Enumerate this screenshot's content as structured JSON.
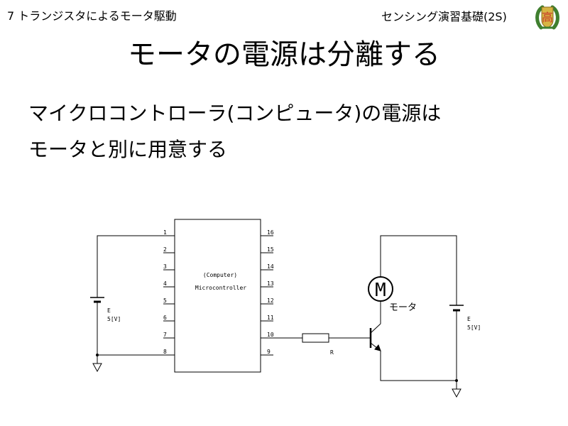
{
  "header": {
    "chapter": "7 トランジスタによるモータ駆動",
    "course": "センシング演習基礎(2S)"
  },
  "slide": {
    "title": "モータの電源は分離する",
    "lines": [
      "マイクロコントローラ(コンピュータ)の電源は",
      "モータと別に用意する"
    ]
  },
  "logo": {
    "glyph": "高",
    "colors": {
      "green": "#3f7f2f",
      "gold": "#d7b443",
      "red": "#c8382c"
    }
  },
  "circuit": {
    "ic_label_1": "(Computer)",
    "ic_label_2": "Microcontroller",
    "left_pins": [
      "1",
      "2",
      "3",
      "4",
      "5",
      "6",
      "7",
      "8"
    ],
    "right_pins": [
      "16",
      "15",
      "14",
      "13",
      "12",
      "11",
      "10",
      "9"
    ],
    "battery_left_label_1": "E",
    "battery_left_label_2": "5[V]",
    "battery_right_label_1": "E",
    "battery_right_label_2": "5[V]",
    "resistor_label": "R",
    "motor_symbol": "M",
    "motor_label": "モータ"
  }
}
